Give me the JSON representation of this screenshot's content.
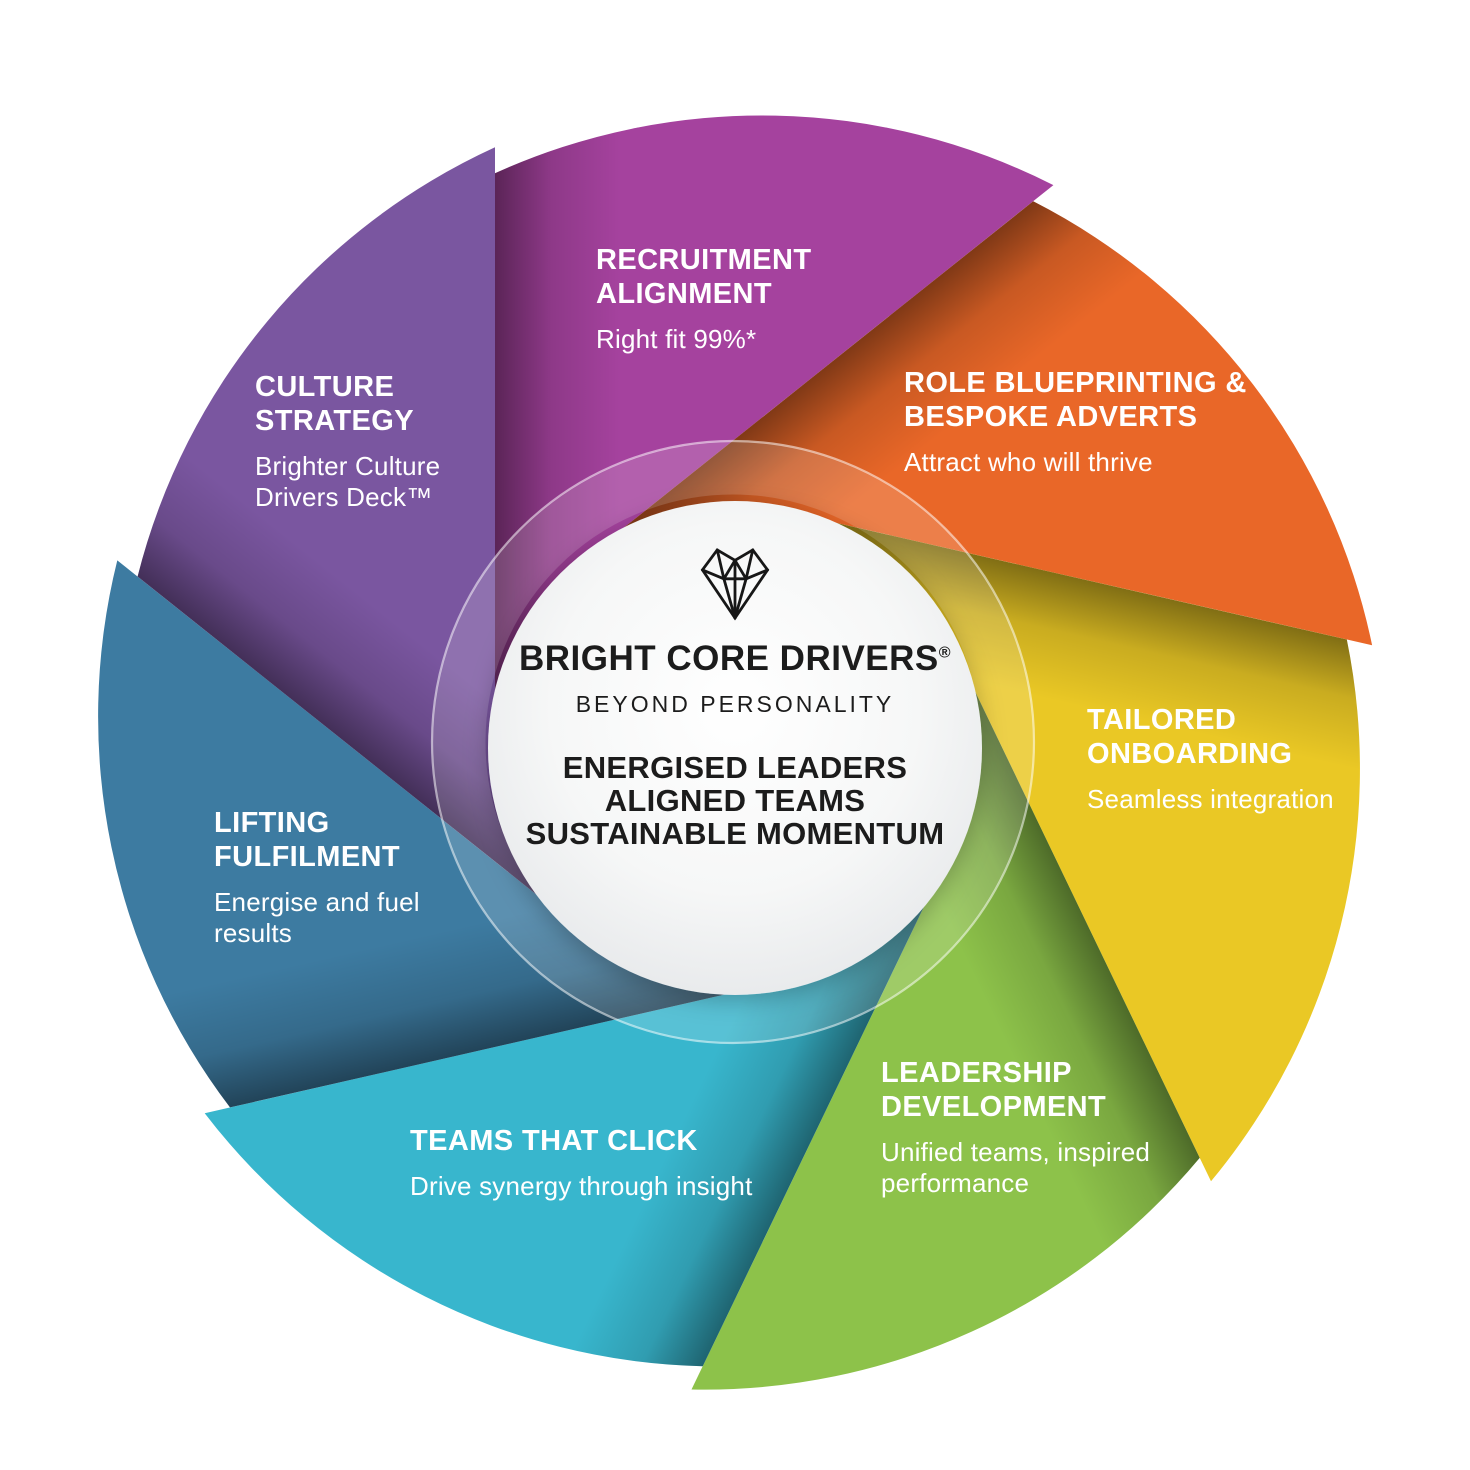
{
  "center": {
    "brand": "BRIGHT CORE DRIVERS",
    "registered_mark": "®",
    "tagline": "BEYOND PERSONALITY",
    "mission_lines": [
      "ENERGISED LEADERS",
      "ALIGNED TEAMS",
      "SUSTAINABLE MOMENTUM"
    ],
    "logo_icon": "faceted-heart-icon",
    "circle_color": "#f4f5f6",
    "text_color": "#1c1c1c"
  },
  "wheel": {
    "background_color": "#ffffff",
    "label_color": "#ffffff",
    "segments": [
      {
        "id": "recruitment-alignment",
        "title": "RECRUITMENT ALIGNMENT",
        "subtitle": "Right fit 99%*",
        "color": "#a5429e"
      },
      {
        "id": "role-blueprinting",
        "title": "ROLE BLUEPRINTING & BESPOKE ADVERTS",
        "subtitle": "Attract who will thrive",
        "color": "#e96728"
      },
      {
        "id": "tailored-onboarding",
        "title": "TAILORED ONBOARDING",
        "subtitle": "Seamless integration",
        "color": "#eac825"
      },
      {
        "id": "leadership-development",
        "title": "LEADERSHIP DEVELOPMENT",
        "subtitle": "Unified teams, inspired performance",
        "color": "#8dc24a"
      },
      {
        "id": "teams-that-click",
        "title": "TEAMS THAT CLICK",
        "subtitle": "Drive synergy through insight",
        "color": "#38b6cd"
      },
      {
        "id": "lifting-fulfilment",
        "title": "LIFTING FULFILMENT",
        "subtitle": "Energise and fuel results",
        "color": "#3d7ba1"
      },
      {
        "id": "culture-strategy",
        "title": "CULTURE STRATEGY",
        "subtitle": "Brighter Culture Drivers Deck™",
        "color": "#7a56a0"
      }
    ]
  }
}
